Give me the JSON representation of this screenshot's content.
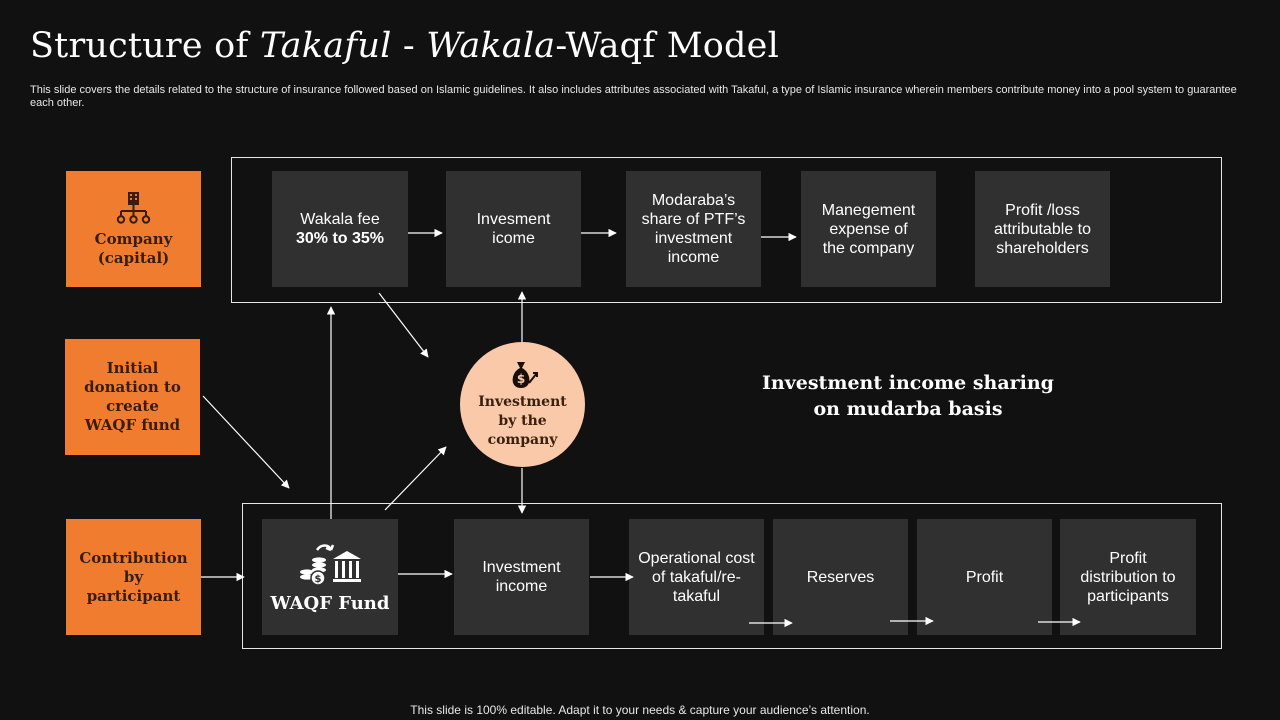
{
  "slide": {
    "title_parts": [
      "Structure of ",
      "Takaful",
      " - ",
      "Wakala",
      "-Waqf Model"
    ],
    "subtitle": "This slide covers the details related to the structure of insurance followed based on Islamic guidelines. It also includes attributes associated with Takaful, a type  of Islamic insurance wherein members contribute money into a pool system to guarantee each other.",
    "footer": "This slide is 100% editable. Adapt it to your needs & capture your audience’s attention."
  },
  "left_boxes": {
    "company": "Company (capital)",
    "donation": "Initial donation to create WAQF fund",
    "contribution": "Contribution by participant"
  },
  "top_row": {
    "wakala_fee_label": "Wakala fee",
    "wakala_fee_value": "30% to 35%",
    "investment_income": "Invesment icome",
    "modaraba_share": "Modaraba’s share of PTF’s investment income",
    "management_expense": "Manegement expense of the company",
    "profit_loss": "Profit /loss attributable to shareholders"
  },
  "center": {
    "circle_label": "Investment by the company",
    "sharing_note": "Investment income sharing on mudarba basis"
  },
  "bottom_row": {
    "waqf_fund": "WAQF Fund",
    "investment_income": "Investment income",
    "operational_cost": "Operational cost of takaful/re-takaful",
    "reserves": "Reserves",
    "profit": "Profit",
    "profit_distribution": "Profit distribution to participants"
  },
  "colors": {
    "background": "#111111",
    "orange": "#f07c30",
    "dark_box": "#303030",
    "circle": "#f9c9aa"
  }
}
